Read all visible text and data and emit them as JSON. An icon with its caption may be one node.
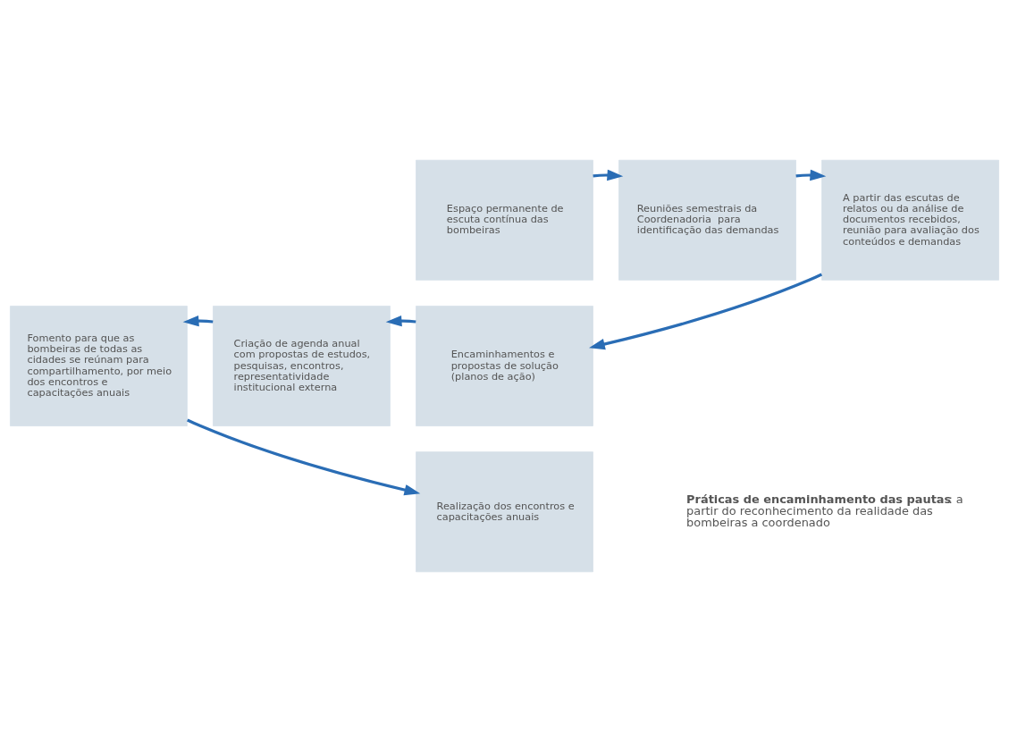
{
  "diagram": {
    "nodes": [
      {
        "text": [
          "Espaço permanente de escuta contínua das bombeiras"
        ]
      },
      {
        "text": [
          "Reuniões semestrais da Coordenadoria  para identificação das demandas"
        ]
      },
      {
        "text": [
          "A partir das escutas de relatos ou da análise de documentos recebidos, reunião para avaliação dos conteúdos e demandas"
        ]
      },
      {
        "text": [
          "Encaminhamentos e propostas de solução (planos de ação)"
        ]
      },
      {
        "text": [
          "Criação de agenda anual com propostas de estudos, pesquisas, encontros, representatividade institucional externa"
        ]
      },
      {
        "text": [
          "Fomento para que as bombeiras de todas as cidades se reúnam para compartilhamento, por meio dos encontros e capacitações anuais"
        ]
      },
      {
        "text": [
          "Realização dos encontros e capacitações anuais"
        ]
      }
    ],
    "edges": [
      {
        "from": 0,
        "to": 1,
        "arrow": "to"
      },
      {
        "from": 1,
        "to": 2,
        "arrow": "to"
      },
      {
        "from": 2,
        "to": 3,
        "arrow": "to"
      },
      {
        "from": 3,
        "to": 4,
        "arrow": "to"
      },
      {
        "from": 4,
        "to": 5,
        "arrow": "to"
      },
      {
        "from": 5,
        "to": 6,
        "arrow": "to"
      }
    ],
    "labels": [
      "**Práticas de encaminhamento das pautas**: a partir do reconhecimento da realidade das bombeiras a coordenado"
    ]
  }
}
